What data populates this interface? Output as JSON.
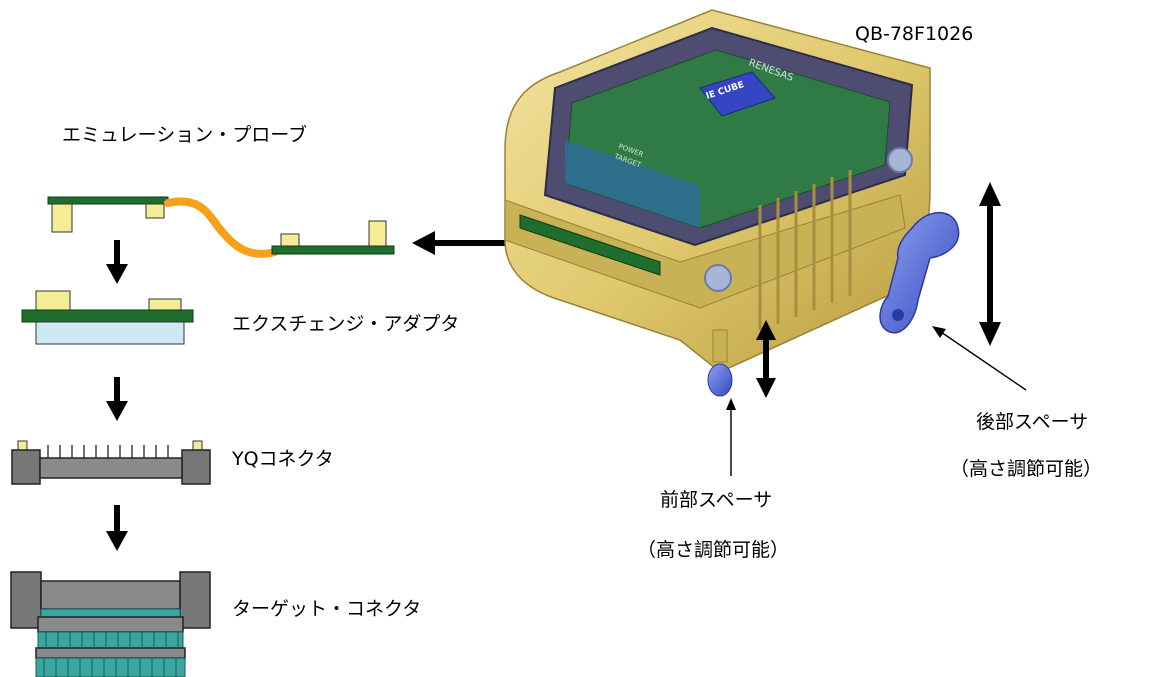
{
  "labels": {
    "model": "QB-78F1026",
    "emulation_probe": "エミュレーション・プローブ",
    "exchange_adapter": "エクスチェンジ・アダプタ",
    "yq_connector": "YQコネクタ",
    "target_connector": "ターゲット・コネクタ",
    "rear_spacer": "後部スペーサ",
    "rear_spacer_note": "（高さ調節可能）",
    "front_spacer": "前部スペーサ",
    "front_spacer_note": "（高さ調節可能）"
  },
  "device": {
    "brand": "RENESAS",
    "chip_mark": "IE CUBE",
    "board_text_1": "POWER",
    "board_text_2": "TARGET"
  },
  "colors": {
    "body_gold": "#e6d27a",
    "body_dark": "#c9b255",
    "pcb_green": "#1f6e2e",
    "pad_yellow": "#f4ec96",
    "cable_orange": "#f5a11c",
    "adapter_blue": "#cfe9f4",
    "connector_gray": "#777777",
    "pin_teal": "#3aa6a0",
    "spacer_blue": "#4b63d6"
  }
}
